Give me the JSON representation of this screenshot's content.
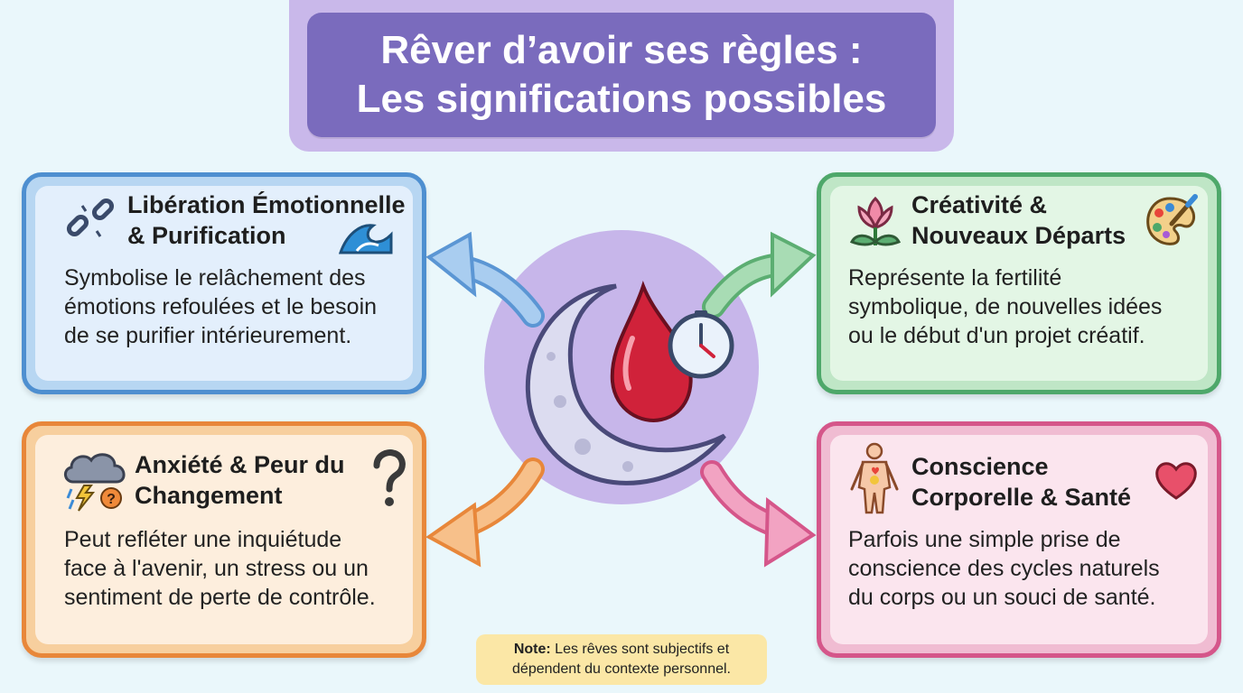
{
  "title": {
    "line1": "Rêver d’avoir ses règles :",
    "line2": "Les significations possibles"
  },
  "cards": [
    {
      "id": "liberation",
      "title_line1": "Libération Émotionnelle",
      "title_line2": "& Purification",
      "body": [
        "Symbolise le relâchement des",
        "émotions refoulées et le besoin",
        "de se purifier intérieurement."
      ],
      "icons": [
        "broken-chain-icon",
        "wave-icon"
      ],
      "color": "#4e8fd0"
    },
    {
      "id": "creativite",
      "title_line1": "Créativité &",
      "title_line2": "Nouveaux Départs",
      "body": [
        "Représente la fertilité",
        "symbolique, de nouvelles idées",
        "ou le début d'un projet créatif."
      ],
      "icons": [
        "lotus-icon",
        "palette-icon"
      ],
      "color": "#4ea86a"
    },
    {
      "id": "anxiete",
      "title_line1": "Anxiété & Peur du",
      "title_line2": "Changement",
      "body": [
        "Peut refléter une inquiétude",
        "face à l'avenir, un stress ou un",
        "sentiment de perte de contrôle."
      ],
      "icons": [
        "storm-cloud-icon",
        "question-mark-icon"
      ],
      "color": "#e8873a"
    },
    {
      "id": "conscience",
      "title_line1": "Conscience",
      "title_line2": "Corporelle & Santé",
      "body": [
        "Parfois une simple prise de",
        "conscience des cycles naturels",
        "du corps ou un souci de santé."
      ],
      "icons": [
        "body-icon",
        "heart-icon"
      ],
      "color": "#d5568a"
    }
  ],
  "center": {
    "icons": [
      "moon-icon",
      "blood-drop-icon",
      "clock-icon"
    ],
    "circle_color": "#c7b6ea"
  },
  "note": {
    "label": "Note:",
    "text_line1": " Les rêves sont subjectifs et",
    "text_line2": "dépendent du contexte personnel."
  }
}
